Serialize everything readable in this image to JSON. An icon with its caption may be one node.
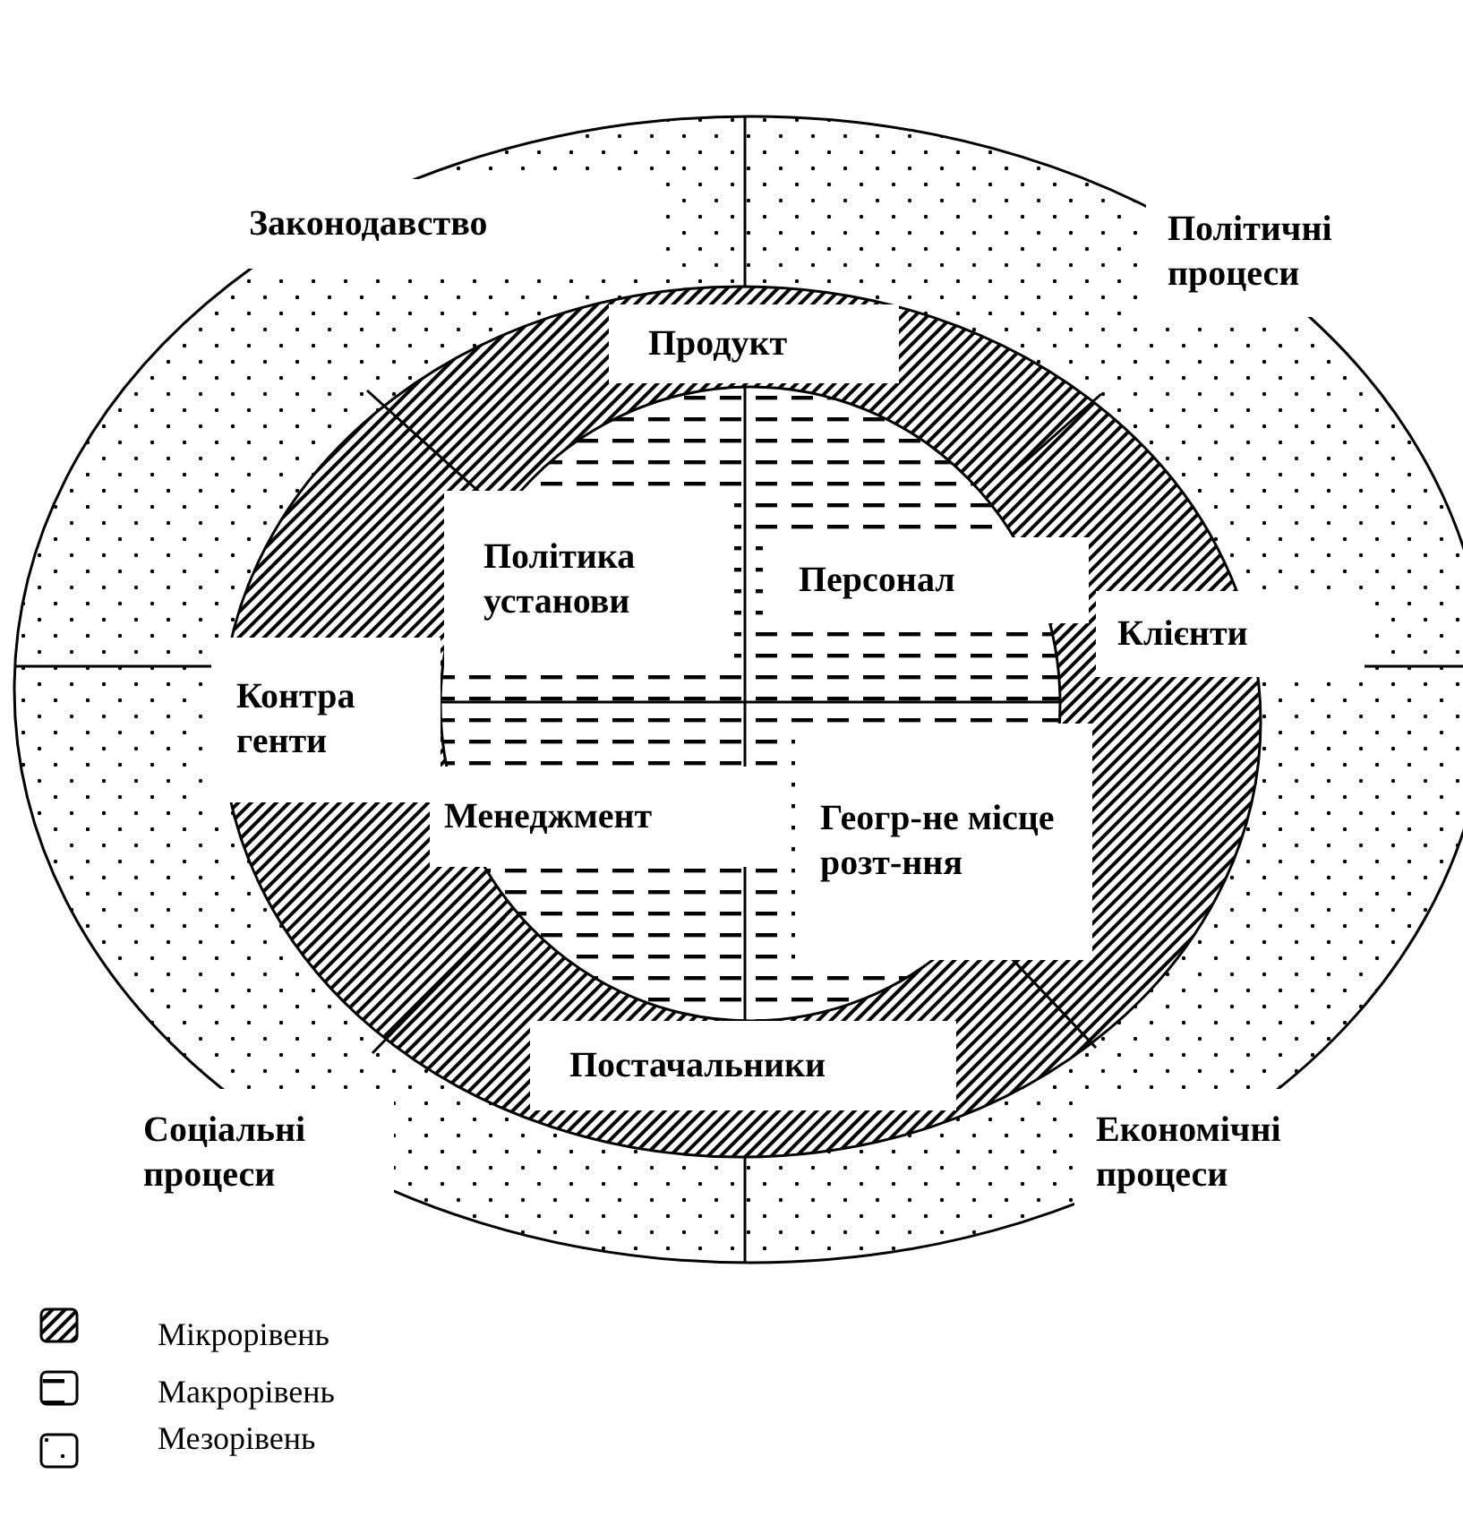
{
  "diagram": {
    "nodes": [
      {
        "text": [
          "Законодавство"
        ]
      },
      {
        "text": [
          "Політичні процеси"
        ]
      },
      {
        "text": [
          "Продукт"
        ]
      },
      {
        "text": [
          "Політика установи"
        ]
      },
      {
        "text": [
          "Персонал"
        ]
      },
      {
        "text": [
          "Клієнти"
        ]
      },
      {
        "text": [
          "Контра генти"
        ]
      },
      {
        "text": [
          "Менеджмент"
        ]
      },
      {
        "text": [
          "Геогр-не місце розт-ння"
        ]
      },
      {
        "text": [
          "Постачальники"
        ]
      },
      {
        "text": [
          "Соціальні процеси"
        ]
      },
      {
        "text": [
          "Економічні процеси"
        ]
      }
    ],
    "legend": [
      {
        "text": "Мікрорівень"
      },
      {
        "text": "Макрорівень"
      },
      {
        "text": "Мезорівень"
      }
    ]
  }
}
